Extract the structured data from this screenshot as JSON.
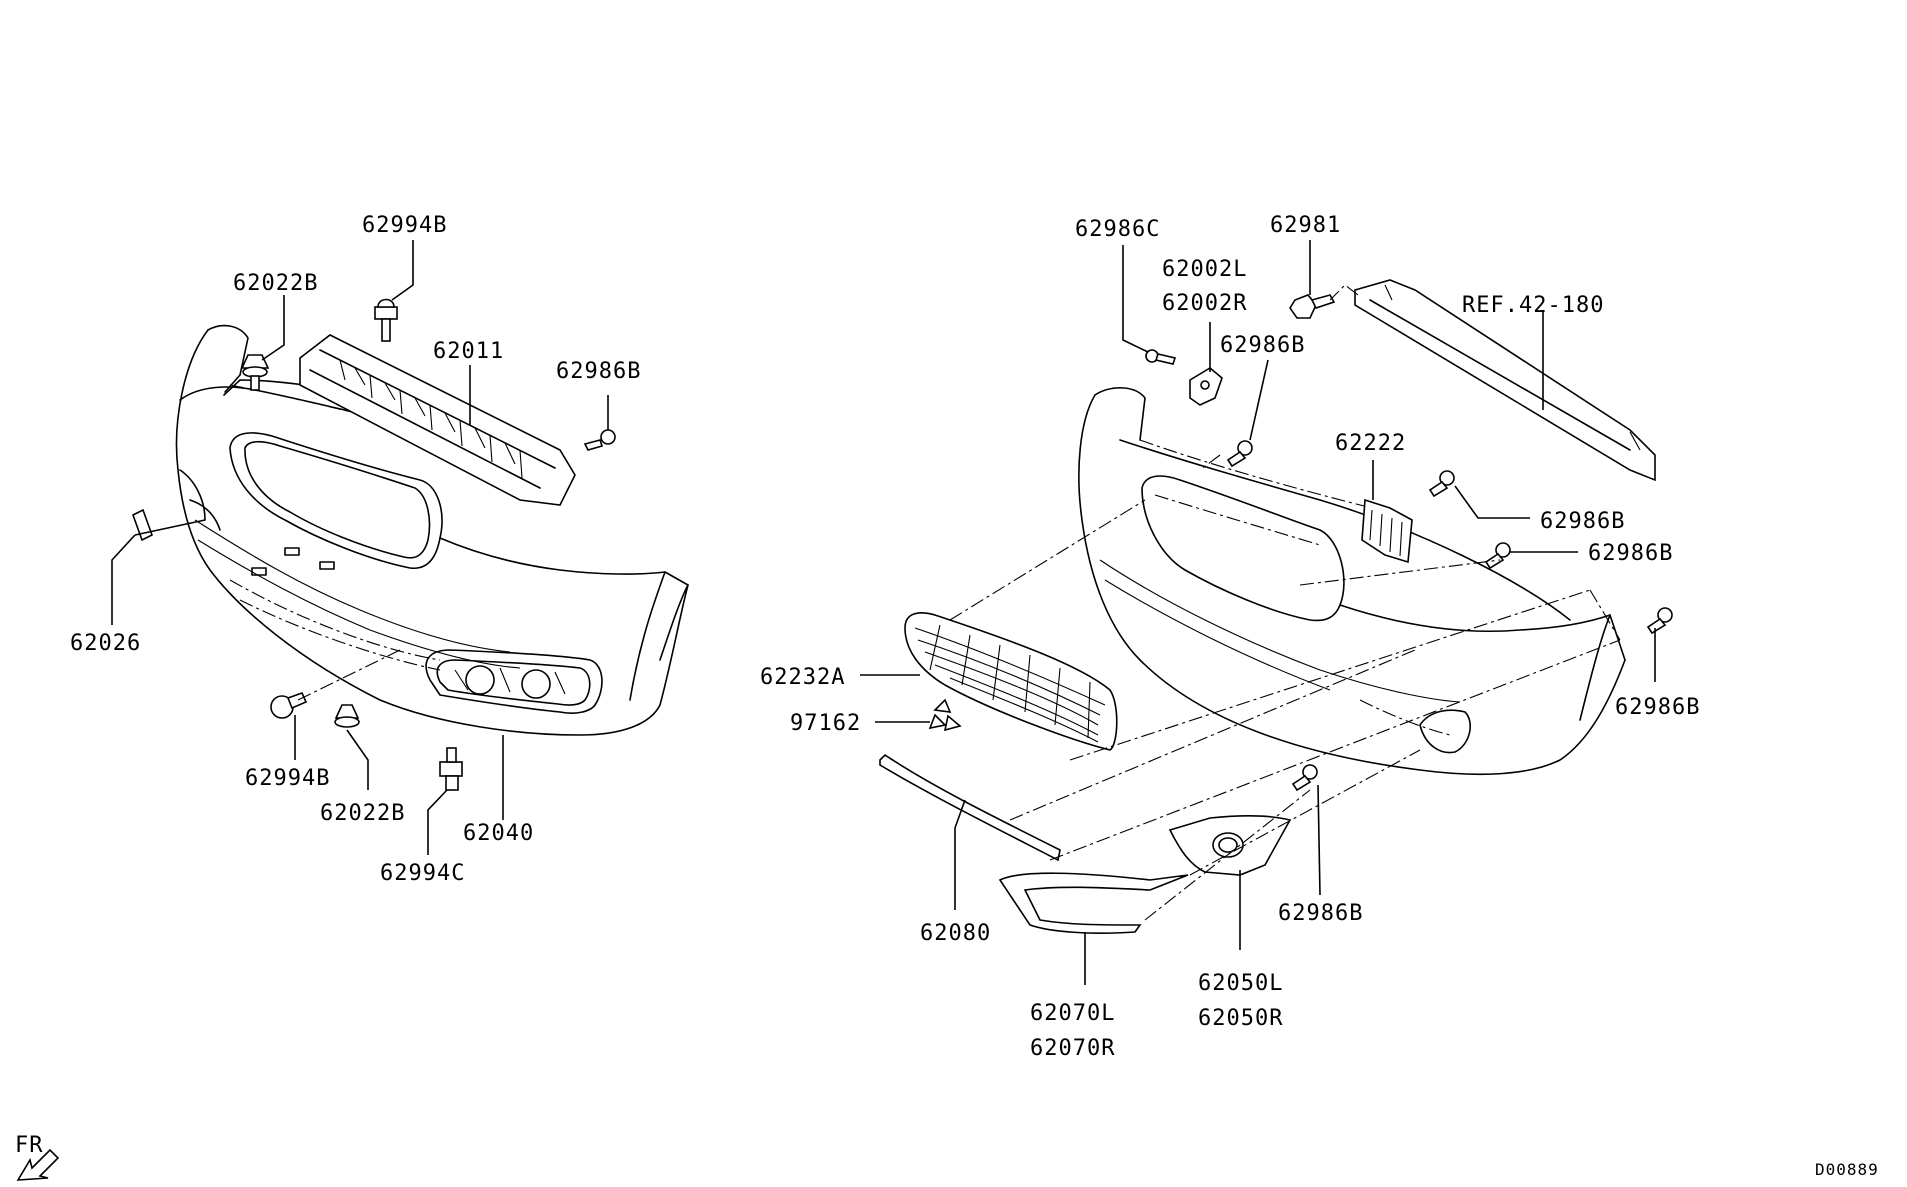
{
  "labels": {
    "l_62994B_top": "62994B",
    "l_62022B_top": "62022B",
    "l_62011": "62011",
    "l_62986B_left": "62986B",
    "l_62026": "62026",
    "l_62994B_bot": "62994B",
    "l_62022B_bot": "62022B",
    "l_62040": "62040",
    "l_62994C": "62994C",
    "l_62986C": "62986C",
    "l_62002L": "62002L",
    "l_62002R": "62002R",
    "l_62981": "62981",
    "l_ref": "REF.42-180",
    "l_62986B_a": "62986B",
    "l_62222": "62222",
    "l_62986B_b": "62986B",
    "l_62986B_c": "62986B",
    "l_62986B_d": "62986B",
    "l_62232A": "62232A",
    "l_97162": "97162",
    "l_62080": "62080",
    "l_62986B_e": "62986B",
    "l_62050L": "62050L",
    "l_62050R": "62050R",
    "l_62070L": "62070L",
    "l_62070R": "62070R",
    "l_fr": "FR",
    "l_code": "D00889"
  }
}
